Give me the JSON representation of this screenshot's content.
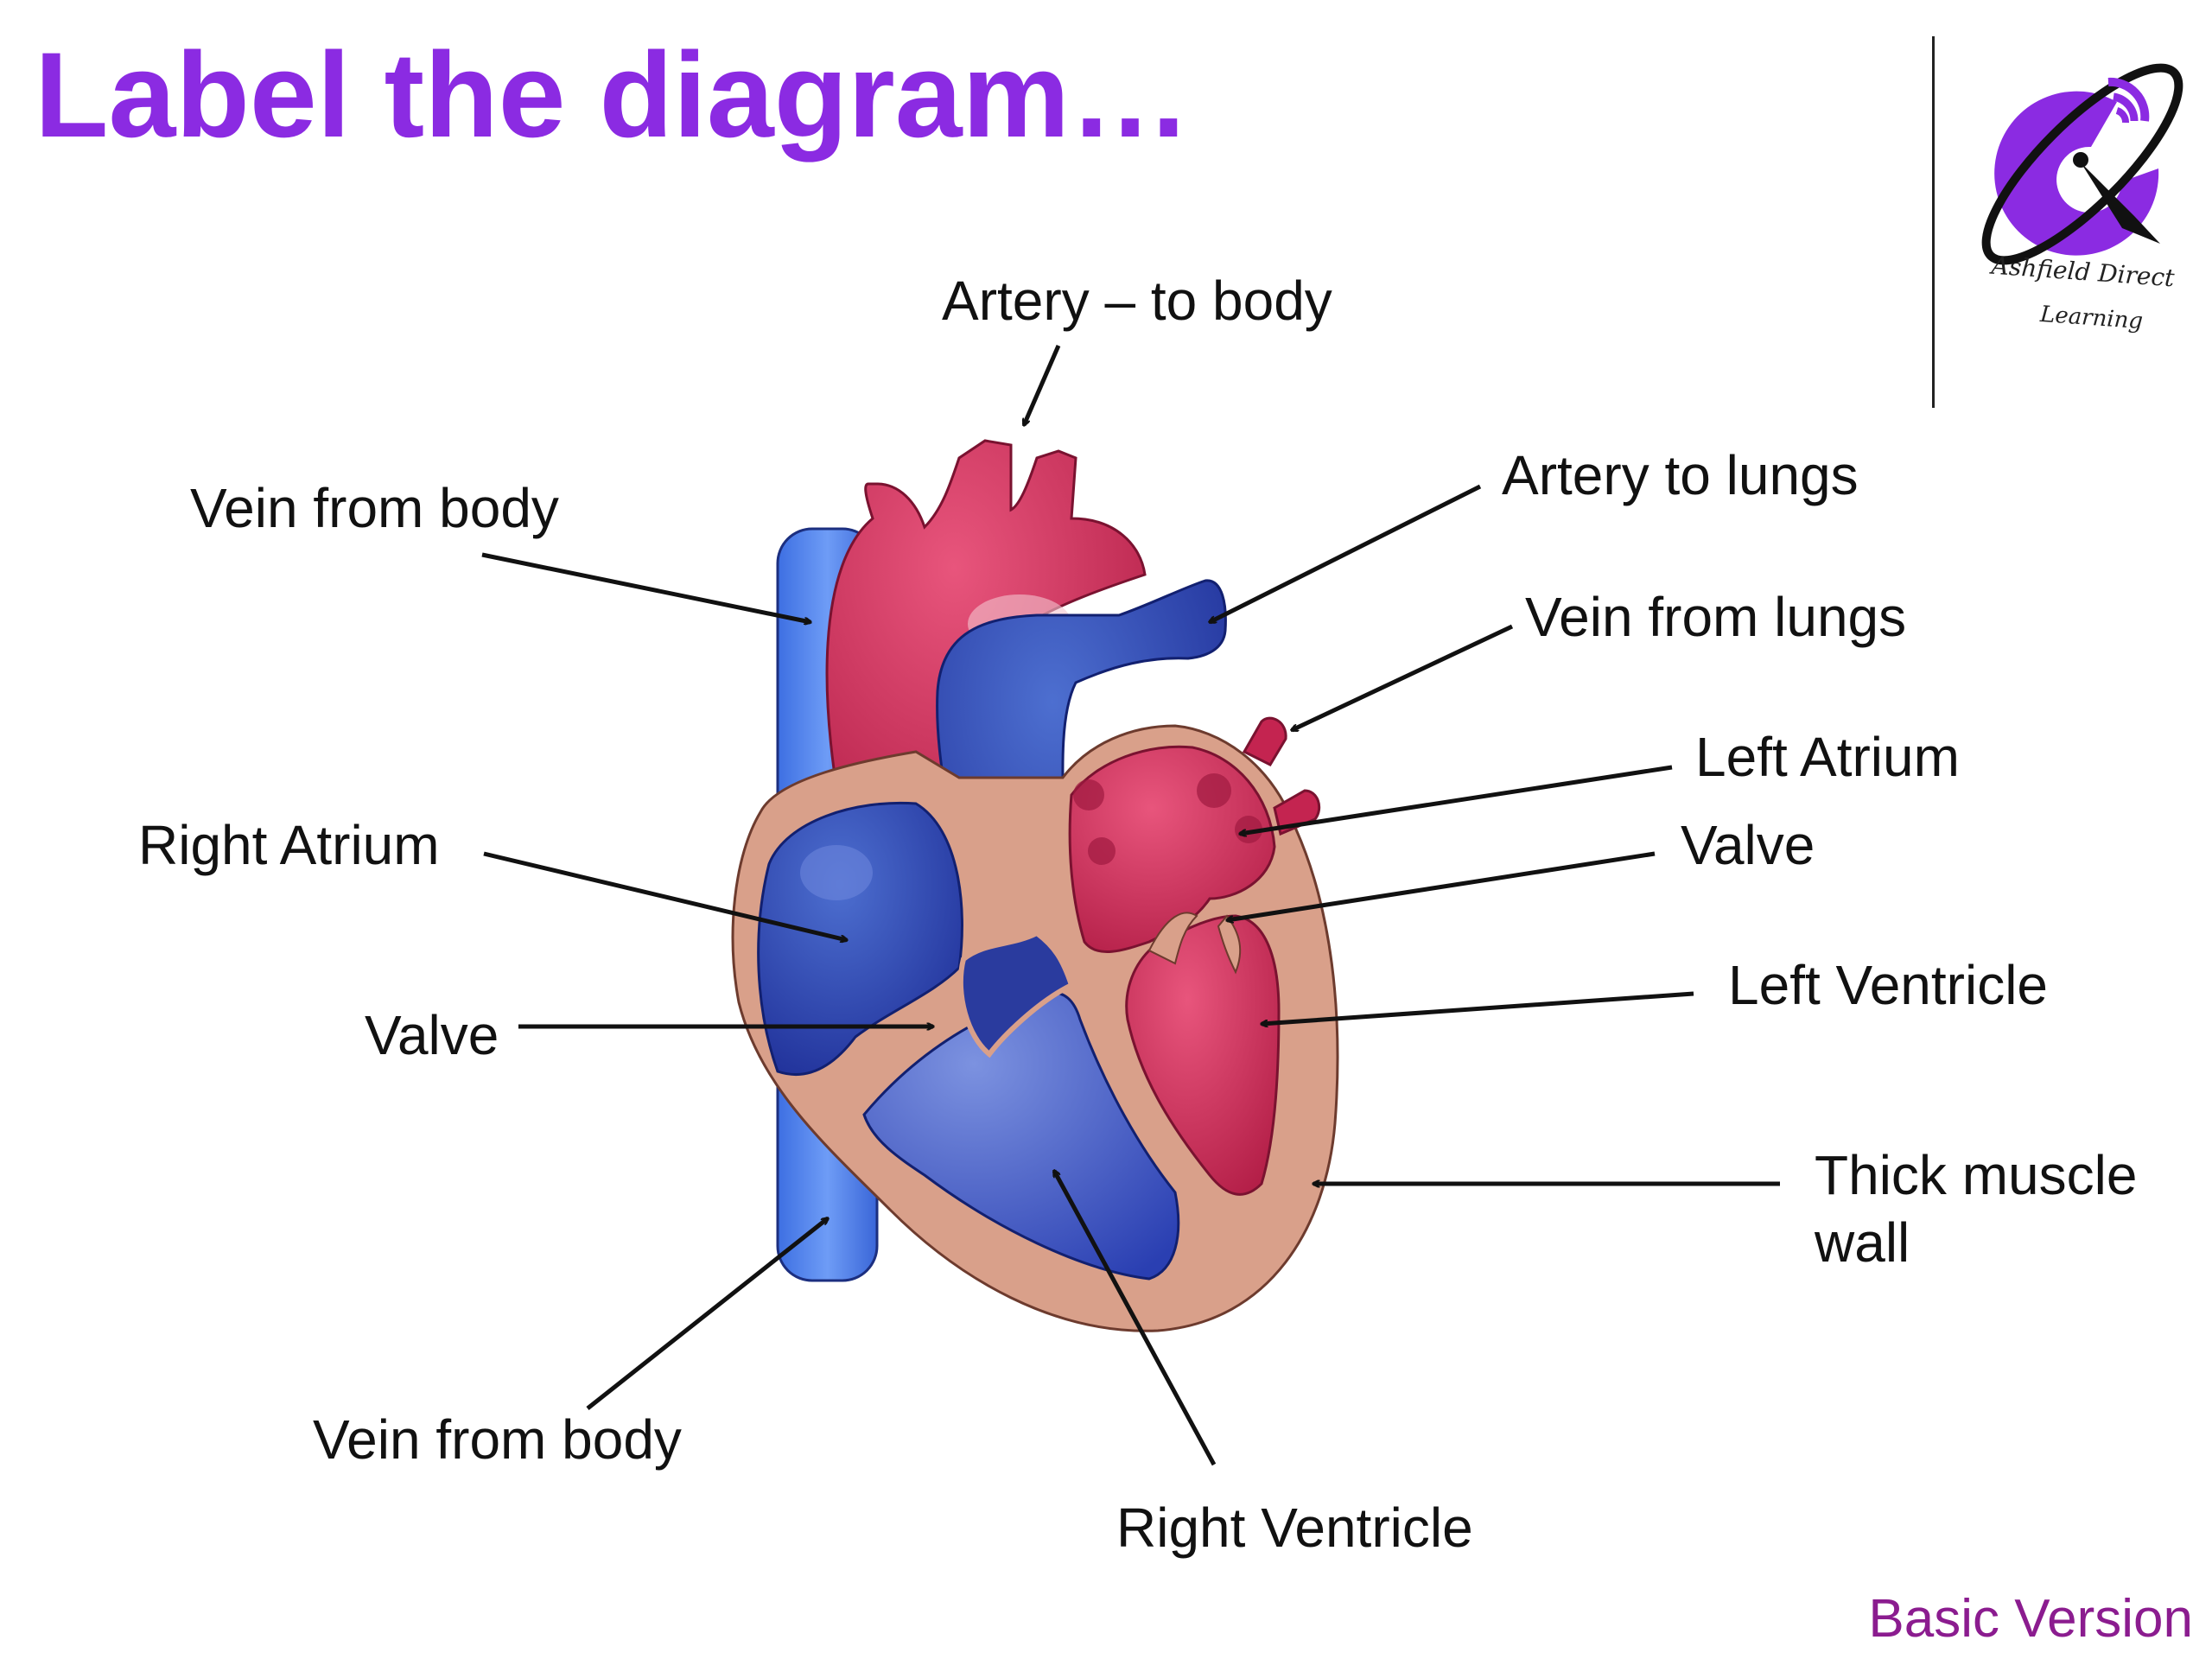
{
  "slide": {
    "title": "Label the diagram…",
    "footer": "Basic Version"
  },
  "logo": {
    "text_line1": "Ashfield Direct",
    "text_line2": "Learning",
    "accent_color": "#8b2be2"
  },
  "labels": {
    "artery_to_body": "Artery – to body",
    "vein_from_body_top": "Vein from body",
    "artery_to_lungs": "Artery to lungs",
    "vein_from_lungs": "Vein from lungs",
    "left_atrium": "Left Atrium",
    "valve_right": "Valve",
    "right_atrium": "Right Atrium",
    "left_ventricle": "Left Ventricle",
    "valve_left": "Valve",
    "thick_muscle_wall_line1": "Thick muscle",
    "thick_muscle_wall_line2": "wall",
    "vein_from_body_bottom": "Vein from body",
    "right_ventricle": "Right Ventricle"
  },
  "colors": {
    "title": "#8b2be2",
    "footer": "#8b1c8f",
    "oxygenated_red": "#d2335f",
    "deoxygenated_blue": "#2e4bb0",
    "vena_cava_blue": "#4a7fe8",
    "muscle_wall": "#d9a08a"
  }
}
